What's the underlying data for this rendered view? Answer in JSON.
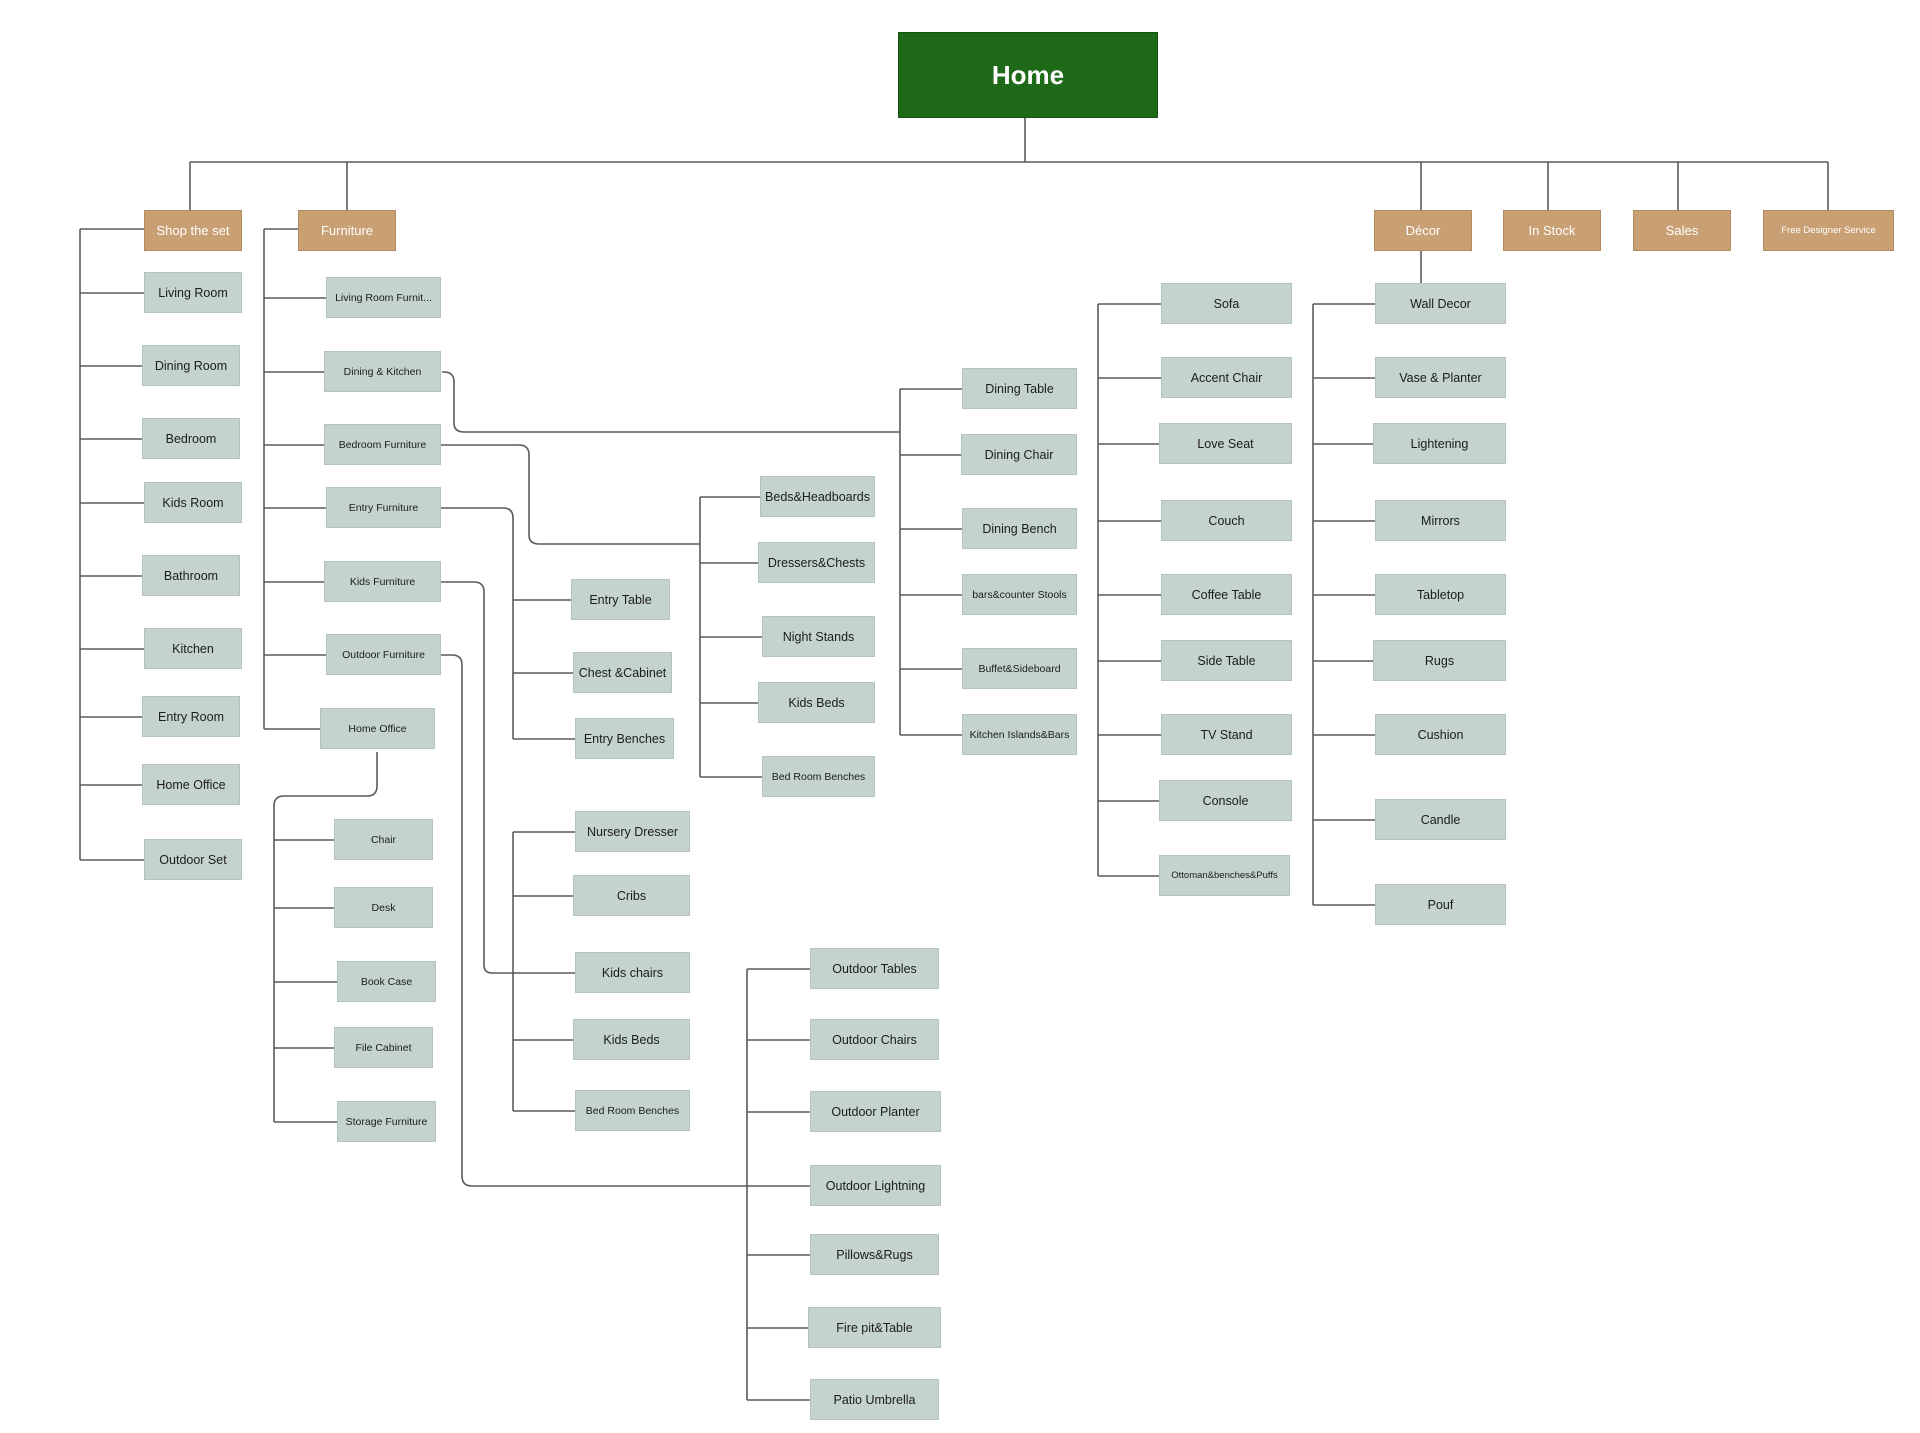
{
  "root": {
    "label": "Home"
  },
  "categories": {
    "shop_the_set": "Shop the set",
    "furniture": "Furniture",
    "decor": "Décor",
    "in_stock": "In Stock",
    "sales": "Sales",
    "free_designer": "Free Designer Service"
  },
  "shop_the_set": [
    "Living Room",
    "Dining Room",
    "Bedroom",
    "Kids Room",
    "Bathroom",
    "Kitchen",
    "Entry Room",
    "Home Office",
    "Outdoor Set"
  ],
  "furniture": [
    "Living Room Furnit...",
    "Dining & Kitchen",
    "Bedroom Furniture",
    "Entry Furniture",
    "Kids Furniture",
    "Outdoor Furniture",
    "Home Office"
  ],
  "home_office": [
    "Chair",
    "Desk",
    "Book Case",
    "File Cabinet",
    "Storage Furniture"
  ],
  "entry": [
    "Entry Table",
    "Chest &Cabinet",
    "Entry Benches"
  ],
  "kids": [
    "Nursery Dresser",
    "Cribs",
    "Kids chairs",
    "Kids Beds",
    "Bed Room Benches"
  ],
  "bedroom": [
    "Beds&Headboards",
    "Dressers&Chests",
    "Night Stands",
    "Kids Beds",
    "Bed Room Benches"
  ],
  "outdoor": [
    "Outdoor Tables",
    "Outdoor Chairs",
    "Outdoor Planter",
    "Outdoor Lightning",
    "Pillows&Rugs",
    "Fire pit&Table",
    "Patio Umbrella"
  ],
  "dining": [
    "Dining Table",
    "Dining Chair",
    "Dining Bench",
    "bars&counter Stools",
    "Buffet&Sideboard",
    "Kitchen Islands&Bars"
  ],
  "living": [
    "Sofa",
    "Accent Chair",
    "Love Seat",
    "Couch",
    "Coffee Table",
    "Side Table",
    "TV Stand",
    "Console",
    "Ottoman&benches&Puffs"
  ],
  "decor": [
    "Wall Decor",
    "Vase & Planter",
    "Lightening",
    "Mirrors",
    "Tabletop",
    "Rugs",
    "Cushion",
    "Candle",
    "Pouf"
  ],
  "colors": {
    "root": "#1e6a18",
    "category": "#c9a073",
    "leaf": "#c4d3cc",
    "connector": "#5a5a5a"
  }
}
